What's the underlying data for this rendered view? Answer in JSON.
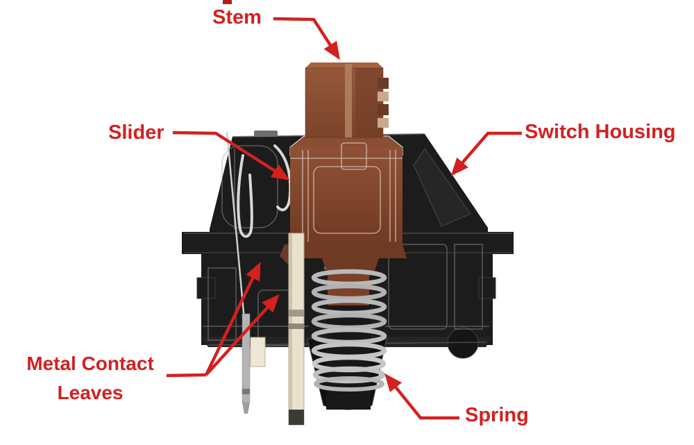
{
  "figure": {
    "type": "annotated-cutaway-diagram",
    "subject": "Mechanical keyboard switch (cutaway view)",
    "labels": {
      "stem": "Stem",
      "slider": "Slider",
      "switch_housing": "Switch Housing",
      "metal_contact_leaves": "Metal Contact Leaves",
      "spring": "Spring"
    },
    "colors": {
      "annotation_red": "#d32120",
      "stem_brown": "#8f5136",
      "stem_brown_light": "#a5643f",
      "housing_black": "#1c1c1c",
      "wireframe_gray": "#9a9a9a",
      "spring_silver": "#b9b9b9",
      "contact_leaf_cream": "#e9e1cd",
      "background": "#ffffff"
    }
  }
}
